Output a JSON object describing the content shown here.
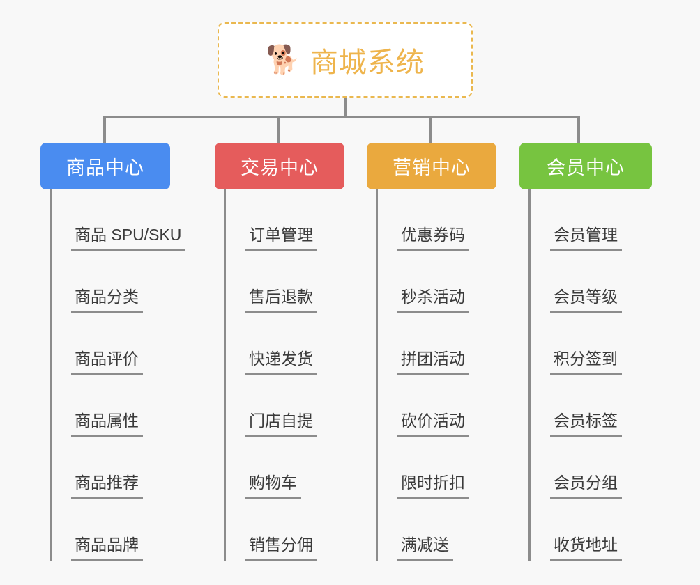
{
  "page": {
    "background_color": "#f8f8f8",
    "line_color": "#8c8c8c"
  },
  "root": {
    "icon": "shiba-dog-face-emoji",
    "emoji": "🐕",
    "title": "商城系统",
    "title_color": "#eeb44c",
    "border_color": "#eab84f",
    "background_color": "#ffffff"
  },
  "branches": [
    {
      "id": "product-center",
      "label": "商品中心",
      "color": "#4a8cf0",
      "items": [
        "商品 SPU/SKU",
        "商品分类",
        "商品评价",
        "商品属性",
        "商品推荐",
        "商品品牌"
      ]
    },
    {
      "id": "trade-center",
      "label": "交易中心",
      "color": "#e55c5c",
      "items": [
        "订单管理",
        "售后退款",
        "快递发货",
        "门店自提",
        "购物车",
        "销售分佣"
      ]
    },
    {
      "id": "marketing-center",
      "label": "营销中心",
      "color": "#eaa93e",
      "items": [
        "优惠券码",
        "秒杀活动",
        "拼团活动",
        "砍价活动",
        "限时折扣",
        "满减送"
      ]
    },
    {
      "id": "member-center",
      "label": "会员中心",
      "color": "#77c440",
      "items": [
        "会员管理",
        "会员等级",
        "积分签到",
        "会员标签",
        "会员分组",
        "收货地址"
      ]
    }
  ]
}
